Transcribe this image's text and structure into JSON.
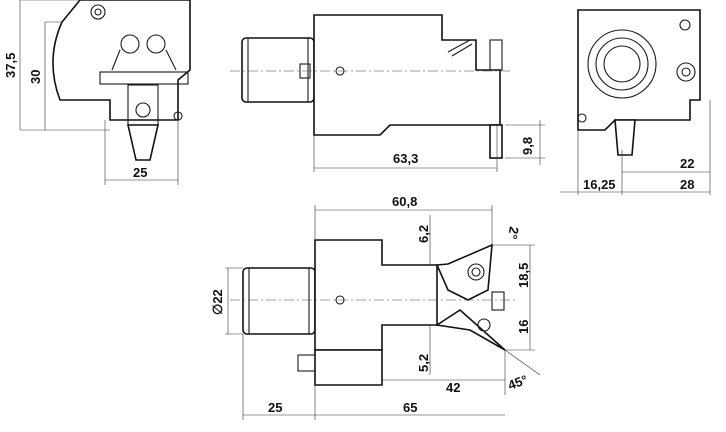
{
  "title": "Tool holder technical drawing",
  "views": {
    "side_left": {
      "height_outer": "37,5",
      "height_inner": "30",
      "width": "25"
    },
    "front_top": {
      "length": "63,3",
      "offset": "9,8"
    },
    "side_right": {
      "offset": "22",
      "left": "16,25",
      "width": "28"
    },
    "plan_bottom": {
      "length_top": "60,8",
      "offset_top": "6,2",
      "angle_top": "2°",
      "insert_upper": "18,5",
      "insert_lower": "16",
      "offset_bottom": "5,2",
      "length_inner": "42",
      "angle_bottom": "45°",
      "shank_length": "25",
      "length_total": "65",
      "diameter": "∅22"
    }
  }
}
